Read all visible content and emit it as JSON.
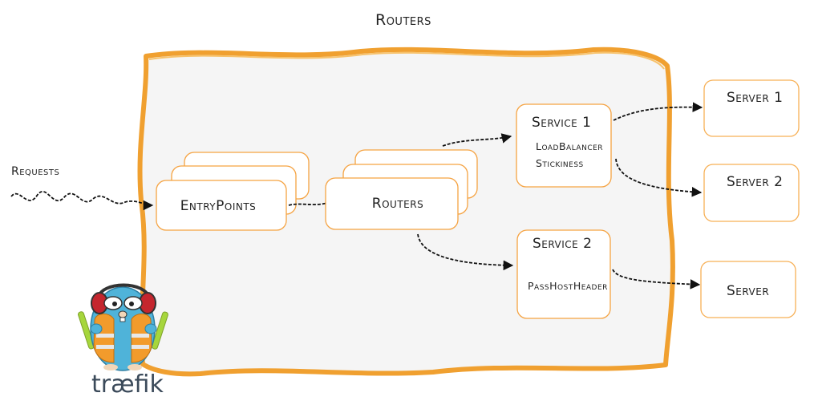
{
  "title": "Routers",
  "requests_label": "Requests",
  "entrypoints_label": "EntryPoints",
  "routers_label": "Routers",
  "service1": {
    "title": "Service 1",
    "lines": [
      "LoadBalancer",
      "Stickiness"
    ]
  },
  "service2": {
    "title": "Service 2",
    "lines": [
      "PassHostHeader"
    ]
  },
  "servers": [
    "Server 1",
    "Server 2",
    "Server"
  ],
  "brand": "træfik",
  "colors": {
    "frame_orange": "#f0a030",
    "panel_fill": "#f5f5f5",
    "box_border_orange": "#f5a342",
    "server_border": "#f7b056",
    "mascot_blue": "#4fb3d9",
    "vest_orange": "#f29b2c",
    "stick_green": "#a6d63c"
  }
}
